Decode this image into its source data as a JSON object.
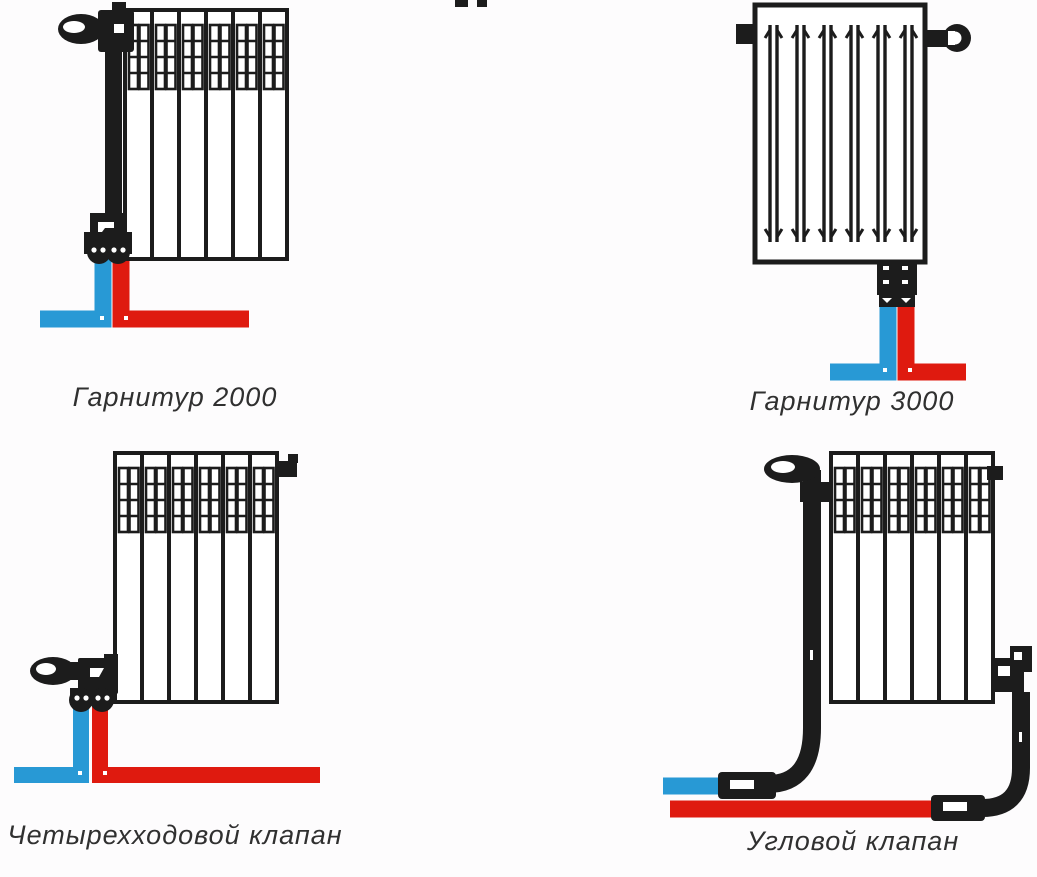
{
  "colors": {
    "pipe_black": "#1c1c1c",
    "supply_red": "#df1a0f",
    "return_blue": "#2899d5",
    "label_ink": "#303030",
    "background": "#fdfcfd"
  },
  "diagrams": [
    {
      "id": "garnitur-2000",
      "label": "Гарнитур 2000",
      "radiator_type": "sectional",
      "sections": 6,
      "supply_pipe_color": "#df1a0f",
      "return_pipe_color": "#2899d5"
    },
    {
      "id": "garnitur-3000",
      "label": "Гарнитур 3000",
      "radiator_type": "panel",
      "channels": 6,
      "supply_pipe_color": "#df1a0f",
      "return_pipe_color": "#2899d5"
    },
    {
      "id": "four-way-valve",
      "label": "Четырехходовой клапан",
      "radiator_type": "sectional",
      "sections": 6,
      "supply_pipe_color": "#df1a0f",
      "return_pipe_color": "#2899d5"
    },
    {
      "id": "angle-valve",
      "label": "Угловой клапан",
      "radiator_type": "sectional",
      "sections": 6,
      "supply_pipe_color": "#df1a0f",
      "return_pipe_color": "#2899d5"
    }
  ]
}
